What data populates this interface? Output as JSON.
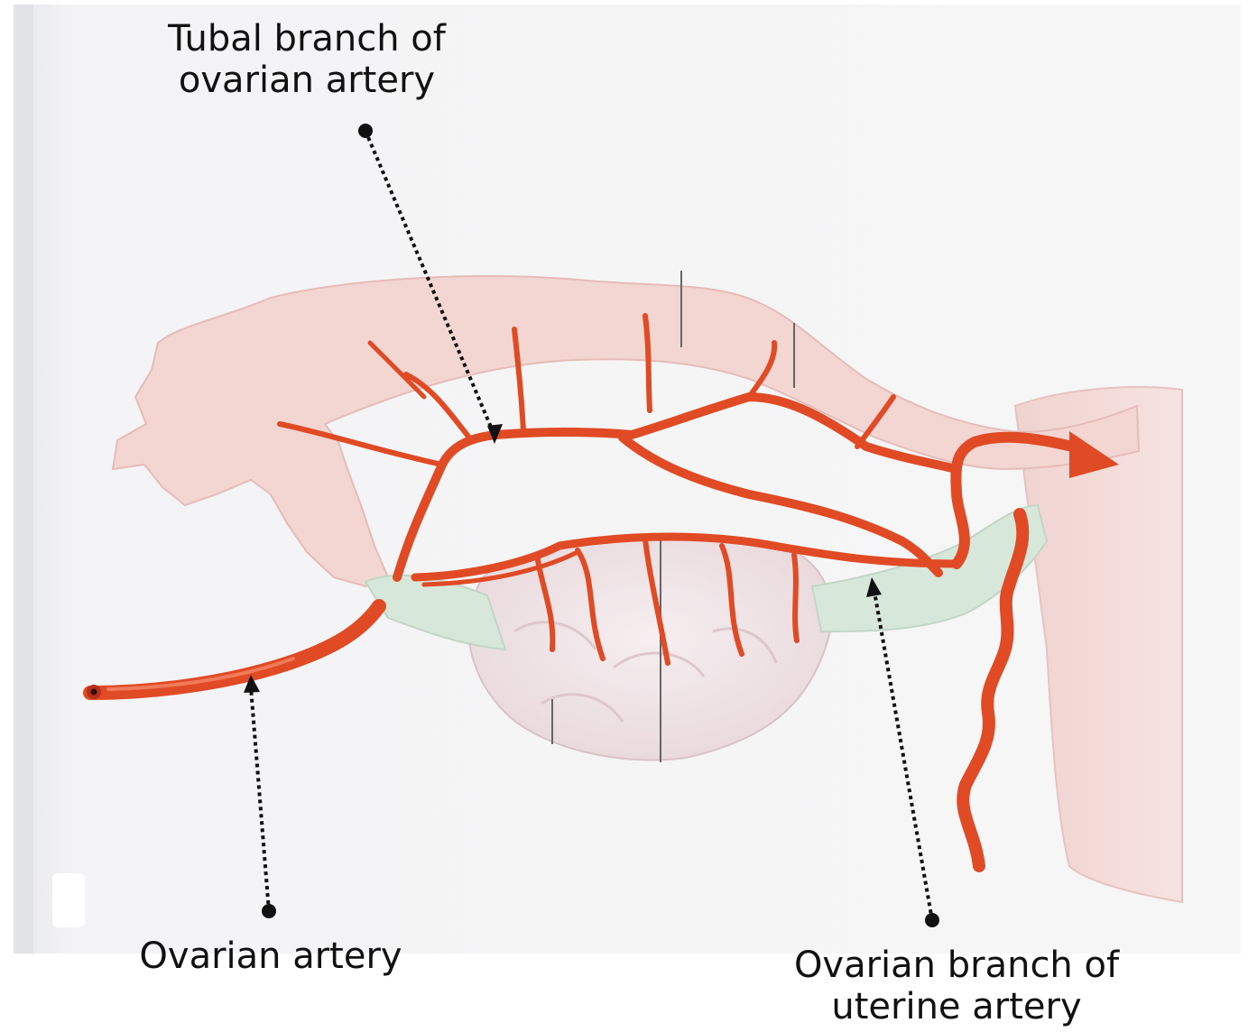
{
  "labels": {
    "tubal_branch": {
      "line1": "Tubal branch of",
      "line2": "ovarian artery"
    },
    "ovarian_artery": {
      "line1": "Ovarian artery"
    },
    "ovarian_branch": {
      "line1": "Ovarian branch of",
      "line2": "uterine artery"
    }
  },
  "colors": {
    "artery": "#e04a24",
    "artery_dark": "#b8301a",
    "tube": "#f3d6d3",
    "ovary": "#efe3e6",
    "ligament": "#d6e6d8",
    "uterus": "#f3d9d6",
    "background_panel": "#f4f4f5",
    "pointer": "#111111"
  }
}
